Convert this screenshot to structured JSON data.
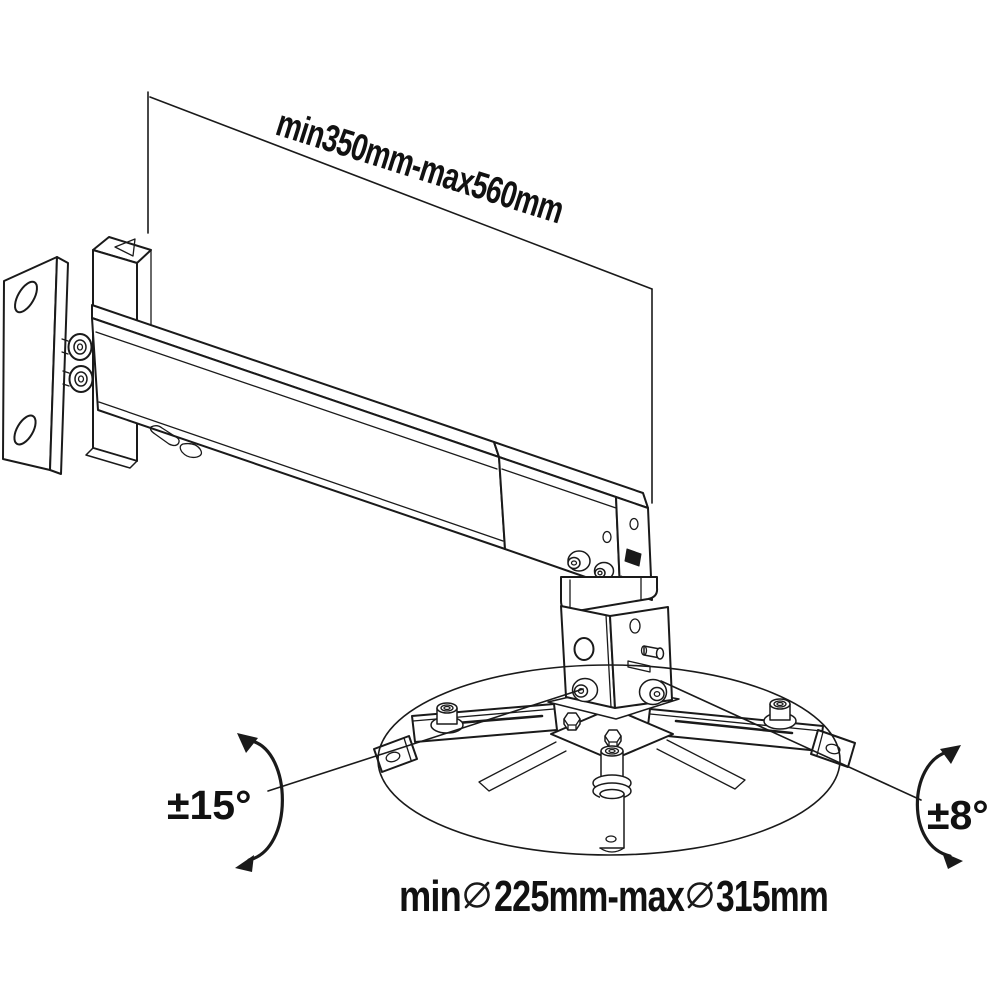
{
  "drawing": {
    "depicts": "technical line drawing of an extendable projector wall/ceiling mount with tilt and swivel adjustment ranges"
  },
  "labels": {
    "arm_range": "min350mm-max560mm",
    "tilt_range_left": "±15°",
    "swivel_range_right": "±8°",
    "diameter_range_full": "min⌀225mm-max⌀315mm",
    "diameter_prefix": "min",
    "diameter_mid": "225mm-max",
    "diameter_suffix": "315mm"
  },
  "colors": {
    "line": "#1a1a1a",
    "text": "#111111",
    "background": "#ffffff"
  }
}
